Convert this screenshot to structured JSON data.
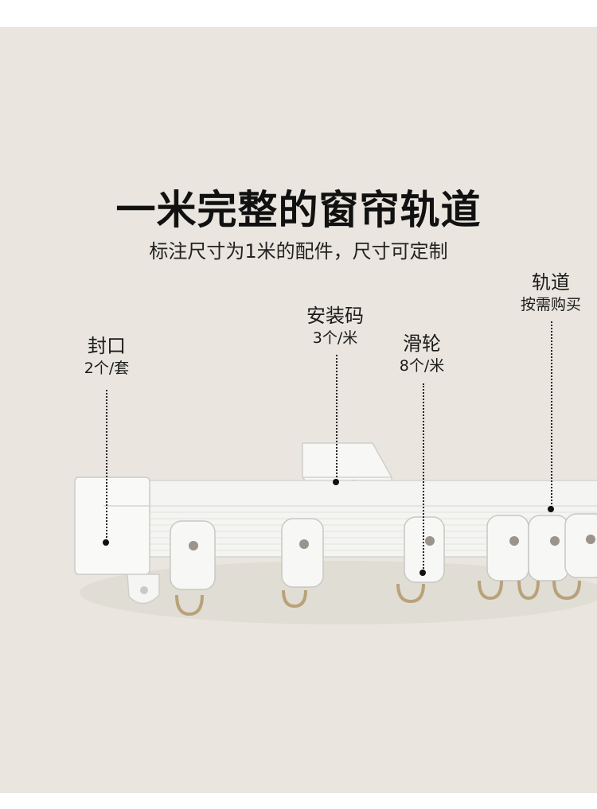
{
  "title": "一米完整的窗帘轨道",
  "subtitle": "标注尺寸为1米的配件，尺寸可定制",
  "callouts": [
    {
      "name": "封口",
      "qty": "2个/套"
    },
    {
      "name": "安装码",
      "qty": "3个/米"
    },
    {
      "name": "滑轮",
      "qty": "8个/米"
    },
    {
      "name": "轨道",
      "qty": "按需购买"
    }
  ],
  "colors": {
    "wall": "#eae6df",
    "track": "#f4f4f2",
    "ring": "#b9a27a"
  }
}
